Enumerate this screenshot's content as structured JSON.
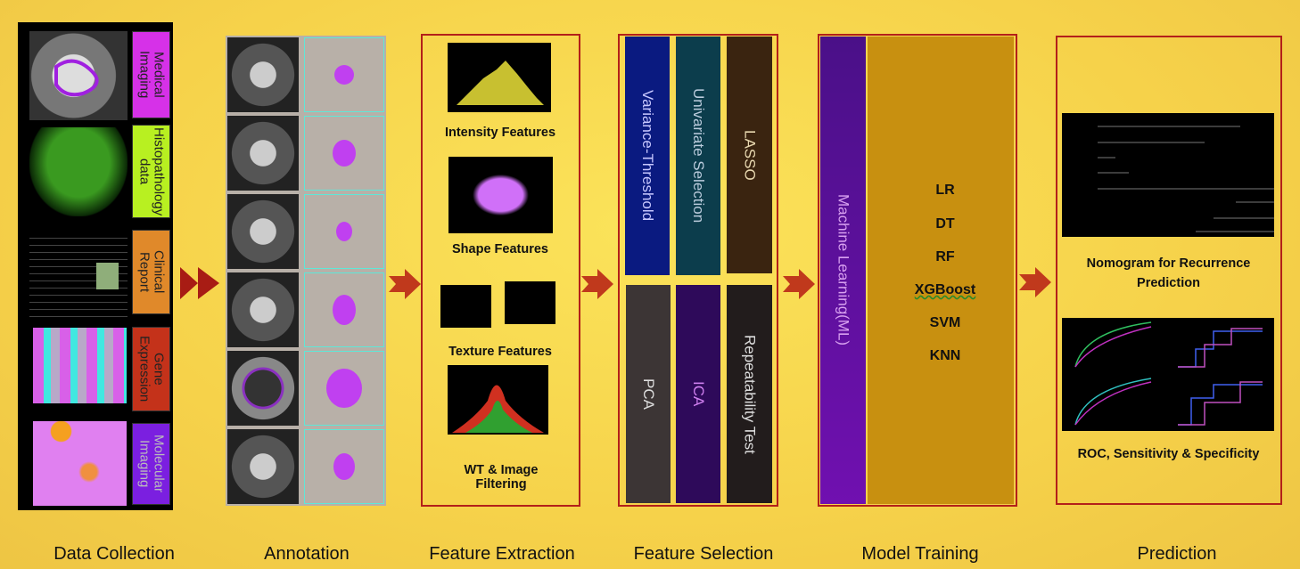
{
  "stages": {
    "data_collection": {
      "caption": "Data Collection",
      "labels": [
        "Medical Imaging",
        "Histopathology data",
        "Clinical Report",
        "Gene Expression",
        "Molecular Imaging"
      ]
    },
    "annotation": {
      "caption": "Annotation"
    },
    "feature_extraction": {
      "caption": "Feature Extraction",
      "items": [
        "Intensity Features",
        "Shape Features",
        "Texture Features",
        "WT & Image Filtering"
      ]
    },
    "feature_selection": {
      "caption": "Feature Selection",
      "methods": [
        "Variance-Threshold",
        "Univariate Selection",
        "LASSO",
        "PCA",
        "ICA",
        "Repeatability Test"
      ]
    },
    "model_training": {
      "caption": "Model Training",
      "title": "Machine Learning(ML)",
      "models": [
        "LR",
        "DT",
        "RF",
        "XGBoost",
        "SVM",
        "KNN"
      ]
    },
    "prediction": {
      "caption": "Prediction",
      "nomogram_label": "Nomogram for Recurrence Prediction",
      "roc_label": "ROC, Sensitivity & Specificity"
    }
  },
  "colors": {
    "background": "#f6d24a",
    "frame": "#b3201a",
    "arrow": "#b02a18",
    "medical": "#d631e8",
    "histo": "#b8f021",
    "clinical": "#e0892a",
    "gene": "#c4321a",
    "molecular": "#7b1fe0",
    "ml": "#6a10a8",
    "models_bg": "#c89010"
  }
}
